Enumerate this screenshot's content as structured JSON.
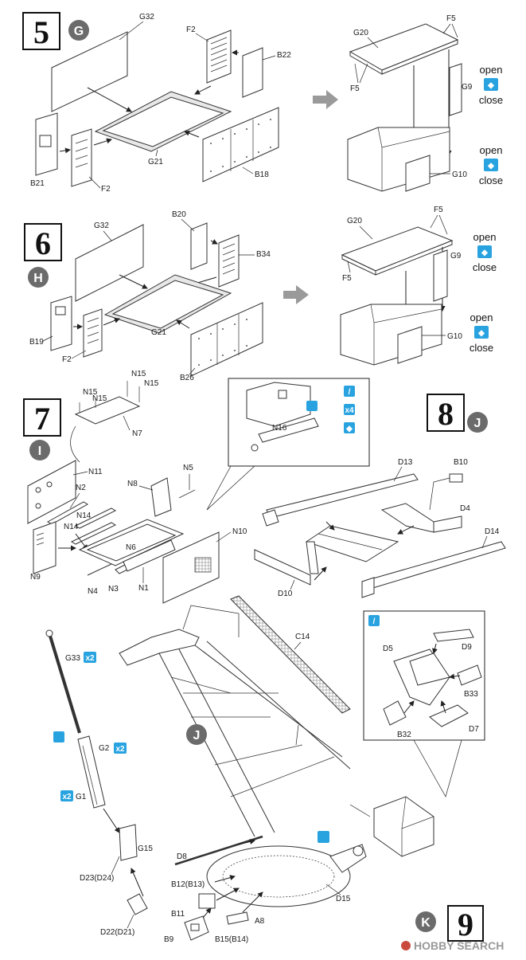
{
  "steps": {
    "s5": {
      "number": "5",
      "sub": "G"
    },
    "s6": {
      "number": "6",
      "sub": "H"
    },
    "s7": {
      "number": "7",
      "sub": "I"
    },
    "s8": {
      "number": "8",
      "sub": "J"
    },
    "s9": {
      "number": "9",
      "sub": "K"
    }
  },
  "ref_markers": {
    "j": "J"
  },
  "labels": {
    "s5": {
      "g32": "G32",
      "f2a": "F2",
      "b22": "B22",
      "g21": "G21",
      "b21": "B21",
      "f2b": "F2",
      "b18": "B18",
      "g20": "G20",
      "f5a": "F5",
      "f5b": "F5",
      "g9": "G9",
      "g10": "G10"
    },
    "s6": {
      "g32": "G32",
      "b20": "B20",
      "b34": "B34",
      "g21": "G21",
      "b19": "B19",
      "f2": "F2",
      "b26": "B26",
      "g20": "G20",
      "f5a": "F5",
      "f5b": "F5",
      "g9": "G9",
      "g10": "G10"
    },
    "s7": {
      "n15a": "N15",
      "n15b": "N15",
      "n15c": "N15",
      "n15d": "N15",
      "n7": "N7",
      "n11": "N11",
      "n2": "N2",
      "n14a": "N14",
      "n14b": "N14",
      "n8": "N8",
      "n5": "N5",
      "n6": "N6",
      "n10": "N10",
      "n9": "N9",
      "n4": "N4",
      "n3": "N3",
      "n1": "N1",
      "n16": "N16"
    },
    "s8": {
      "d13": "D13",
      "b10": "B10",
      "d4": "D4",
      "d14": "D14",
      "d10": "D10"
    },
    "s9": {
      "g33": "G33",
      "c14": "C14",
      "g2": "G2",
      "g1": "G1",
      "d5": "D5",
      "d9": "D9",
      "b33": "B33",
      "b32": "B32",
      "d7": "D7",
      "d8": "D8",
      "g15": "G15",
      "d23": "D23(D24)",
      "b12": "B12(B13)",
      "b11": "B11",
      "d22": "D22(D21)",
      "a8": "A8",
      "d15": "D15",
      "b9": "B9",
      "b15": "B15(B14)"
    }
  },
  "open_close": {
    "s5a": {
      "open": "open",
      "close": "close"
    },
    "s5b": {
      "open": "open",
      "close": "close"
    },
    "s6a": {
      "open": "open",
      "close": "close"
    },
    "s6b": {
      "open": "open",
      "close": "close"
    }
  },
  "quantity_tags": {
    "x4": "x4",
    "x2_g33": "x2",
    "x2_g2": "x2",
    "x2_g1": "x2"
  },
  "watermark": "HOBBY SEARCH",
  "colors": {
    "accent_blue": "#29a3e0",
    "circle_grey": "#6b6b6b",
    "arrow_grey": "#9a9a9a"
  }
}
